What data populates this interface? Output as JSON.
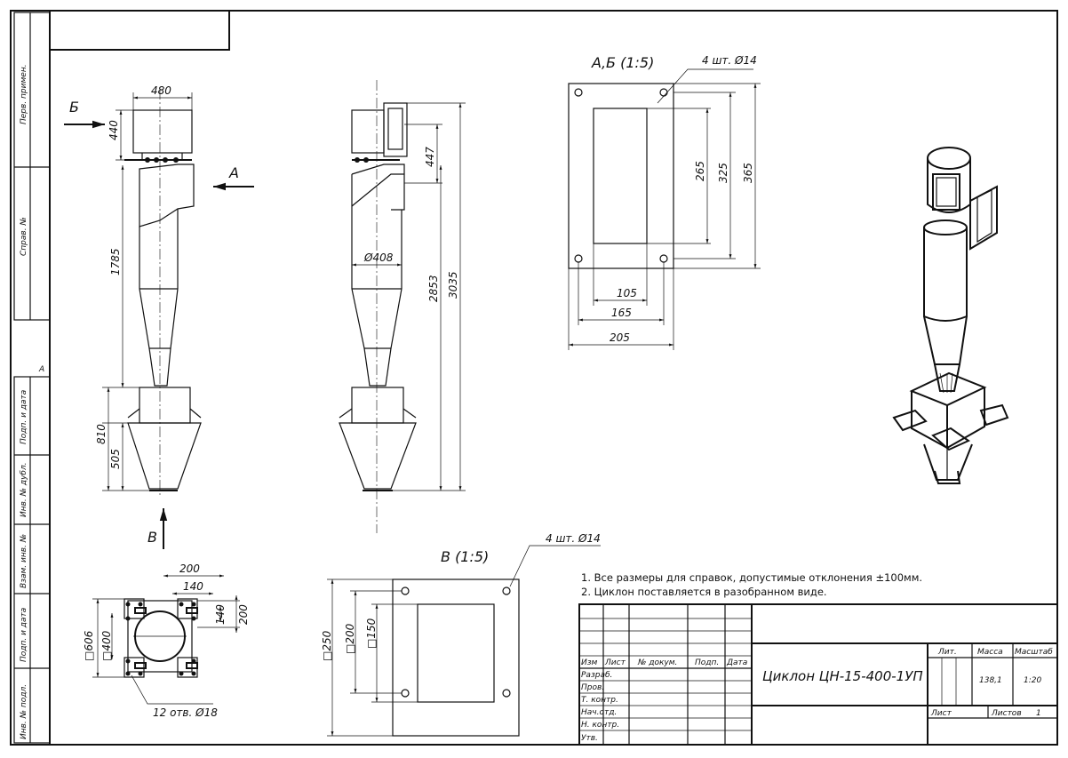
{
  "side_stamp": {
    "perv_primen": "Перв. примен.",
    "sprav": "Справ. №",
    "podp_data_1": "Подп. и дата",
    "inv_dubl": "Инв. № дубл.",
    "vzam_inv": "Взам. инв. №",
    "podp_data_2": "Подп. и дата",
    "inv_podl": "Инв. № подл.",
    "format_letter": "A"
  },
  "front_view": {
    "width_480": "480",
    "dim_440": "440",
    "dim_1785": "1785",
    "dim_810": "810",
    "dim_505": "505",
    "arrow_b": "Б",
    "arrow_a": "А",
    "arrow_v": "В"
  },
  "side_view": {
    "diameter": "Ø408",
    "dim_447": "447",
    "dim_2853": "2853",
    "dim_3035": "3035"
  },
  "view_ab": {
    "title": "А,Б (1:5)",
    "holes": "4 шт. Ø14",
    "dim_265": "265",
    "dim_325": "325",
    "dim_365": "365",
    "dim_105": "105",
    "dim_165": "165",
    "dim_205": "205"
  },
  "view_v": {
    "title": "В (1:5)",
    "holes": "4 шт. Ø14",
    "dim_250": "□250",
    "dim_200": "□200",
    "dim_150": "□150"
  },
  "plan_view": {
    "dim_200_top": "200",
    "dim_140_top": "140",
    "dim_140_side": "140",
    "dim_200_side": "200",
    "dim_606": "□606",
    "dim_400": "□400",
    "holes": "12 отв. Ø18"
  },
  "notes": [
    "1. Все размеры для справок, допустимые отклонения ±100мм.",
    "2. Циклон поставляется в разобранном виде."
  ],
  "title_block": {
    "header": [
      "Изм",
      "Лист",
      "№ докум.",
      "Подп.",
      "Дата"
    ],
    "roles": [
      "Разраб.",
      "Пров.",
      "Т. контр.",
      "Нач.отд.",
      "Н. контр.",
      "Утв."
    ],
    "designation": "Циклон ЦН-15-400-1УП",
    "lit_label": "Лит.",
    "mass_label": "Масса",
    "scale_label": "Масштаб",
    "mass_value": "138,1",
    "scale_value": "1:20",
    "sheet_label": "Лист",
    "sheets_label": "Листов",
    "sheets_value": "1"
  }
}
